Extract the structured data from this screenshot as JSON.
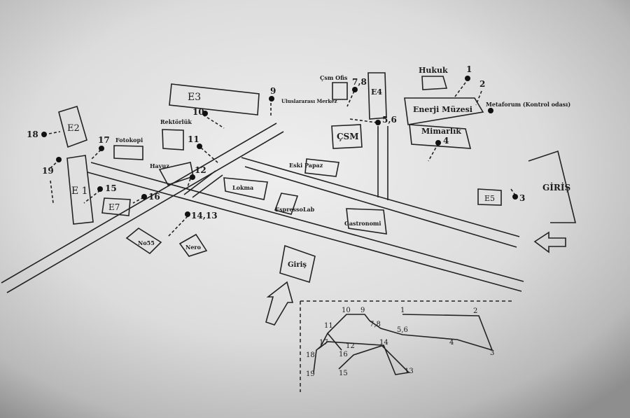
{
  "buildings": {
    "hukuk": "Hukuk",
    "e3": "E3",
    "csm_ofis": "Çsm Ofis",
    "e4": "E4",
    "uluslararasi_merkez": "Uluslararası Merkez",
    "enerji_muzesi": "Enerji Müzesi",
    "metaforum": "Metaforum (Kontrol odası)",
    "e2": "E2",
    "rektorluk": "Rektörlük",
    "csm": "ÇSM",
    "mimarlik": "Mimarlık",
    "fotokopi": "Fotokopi",
    "eski_papaz": "Eski Papaz",
    "havuz": "Havuz",
    "e1": "E 1",
    "lokma": "Lokma",
    "e5": "E5",
    "giris_right": "GİRİŞ",
    "espressolab": "EspressoLab",
    "e7": "E7",
    "gastronomi": "Gastronomi",
    "no55": "No55",
    "nero": "Nero",
    "giris_center": "Giriş"
  },
  "points": {
    "p1": "1",
    "p2": "2",
    "p3": "3",
    "p4": "4",
    "p56": "5,6",
    "p78": "7,8",
    "p9": "9",
    "p10": "10",
    "p11": "11",
    "p12": "12",
    "p1413": "14,13",
    "p15": "15",
    "p16": "16",
    "p17": "17",
    "p18": "18",
    "p19": "19"
  },
  "route_labels": {
    "r1": "1",
    "r2": "2",
    "r3": "3",
    "r4": "4",
    "r56": "5,6",
    "r78": "7,8",
    "r9": "9",
    "r10": "10",
    "r11": "11",
    "r12": "12",
    "r13": "13",
    "r14": "14",
    "r15": "15",
    "r16": "16",
    "r17": "17",
    "r18": "18",
    "r19": "19"
  }
}
